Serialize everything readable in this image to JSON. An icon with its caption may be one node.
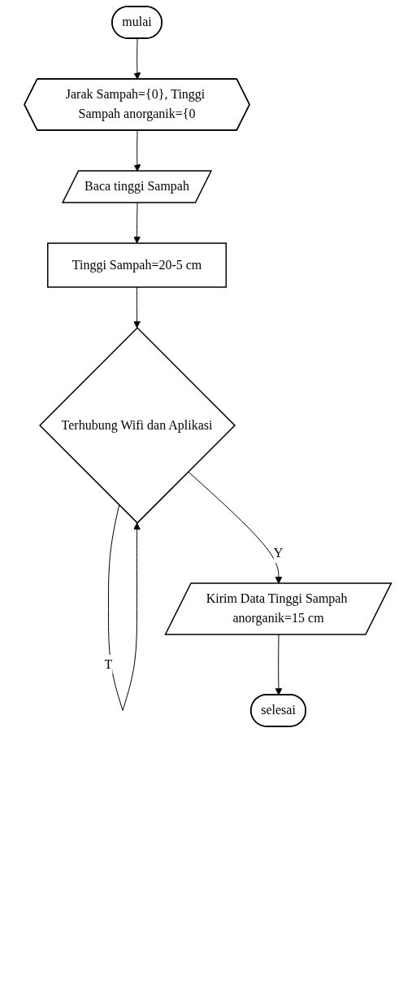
{
  "diagram": {
    "nodes": [
      {
        "text": [
          "mulai"
        ]
      },
      {
        "text": [
          "Jarak Sampah={0}, Tinggi Sampah anorganik={0"
        ]
      },
      {
        "text": [
          "Baca tinggi Sampah"
        ]
      },
      {
        "text": [
          "Tinggi Sampah=20-5 cm"
        ]
      },
      {
        "text": [
          "Terhubung Wifi dan Aplikasi"
        ]
      },
      {
        "text": [
          "Kirim Data Tinggi Sampah anorganik=15 cm"
        ]
      },
      {
        "text": [
          "selesai"
        ]
      }
    ],
    "edges": [
      {
        "from": 0,
        "to": 1,
        "arrow": "to"
      },
      {
        "from": 1,
        "to": 2,
        "arrow": "to"
      },
      {
        "from": 2,
        "to": 3,
        "arrow": "to"
      },
      {
        "from": 3,
        "to": 4,
        "arrow": "to"
      },
      {
        "from": 4,
        "to": 4,
        "arrow": "to",
        "label": "T"
      },
      {
        "from": 4,
        "to": 5,
        "arrow": "to",
        "label": "Y"
      },
      {
        "from": 5,
        "to": 6,
        "arrow": "to"
      }
    ]
  }
}
